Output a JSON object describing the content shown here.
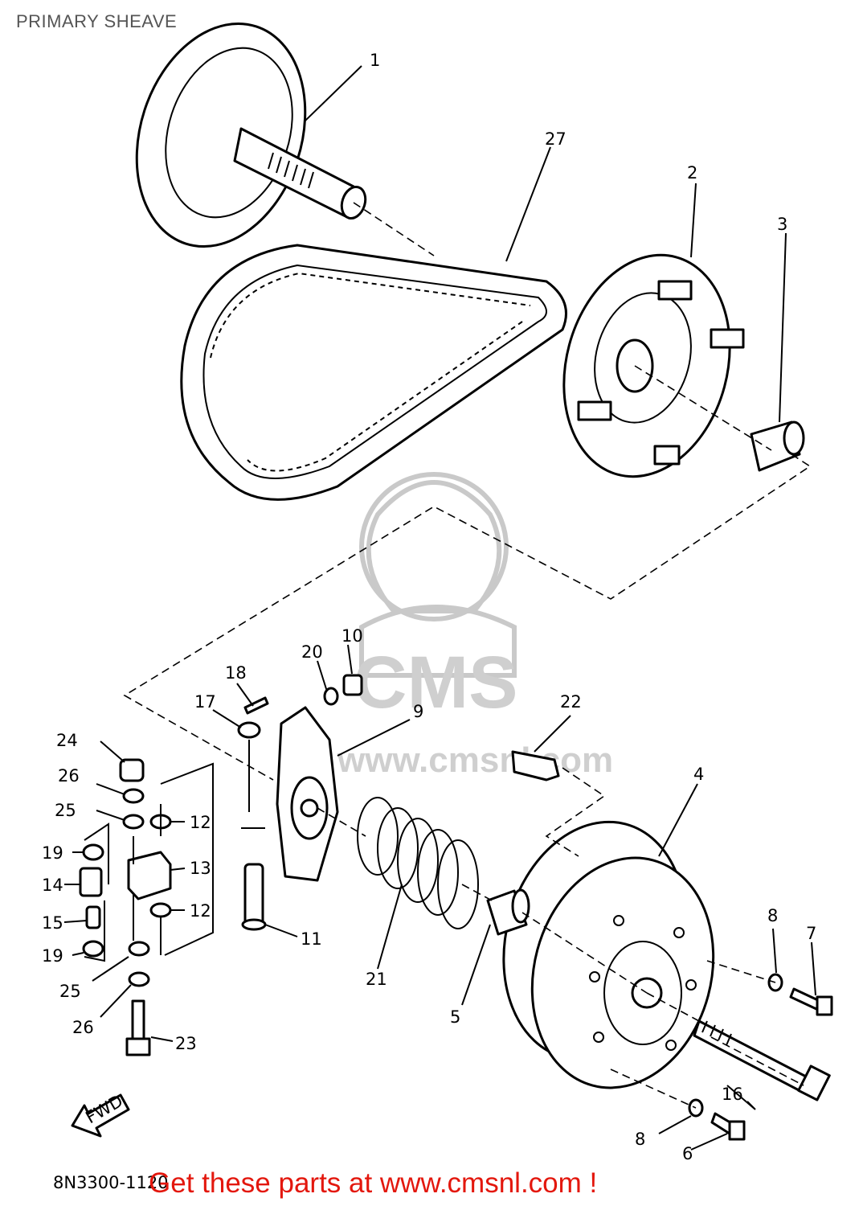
{
  "page": {
    "title": "PRIMARY SHEAVE",
    "drawing_code": "8N3300-1120",
    "footer": "Get these parts at www.cmsnl.com !",
    "fwd_label": "FWD"
  },
  "watermark": {
    "brand": "CMS",
    "url": "www.cmsnl.com"
  },
  "callouts": [
    "1",
    "2",
    "3",
    "4",
    "5",
    "6",
    "7",
    "8",
    "8",
    "9",
    "10",
    "11",
    "12",
    "12",
    "13",
    "14",
    "15",
    "16",
    "17",
    "18",
    "19",
    "19",
    "20",
    "21",
    "22",
    "23",
    "24",
    "25",
    "25",
    "26",
    "26",
    "27"
  ],
  "colors": {
    "title": "#555555",
    "footer": "#e3170d",
    "line": "#000000",
    "watermark": "#cccccc"
  }
}
